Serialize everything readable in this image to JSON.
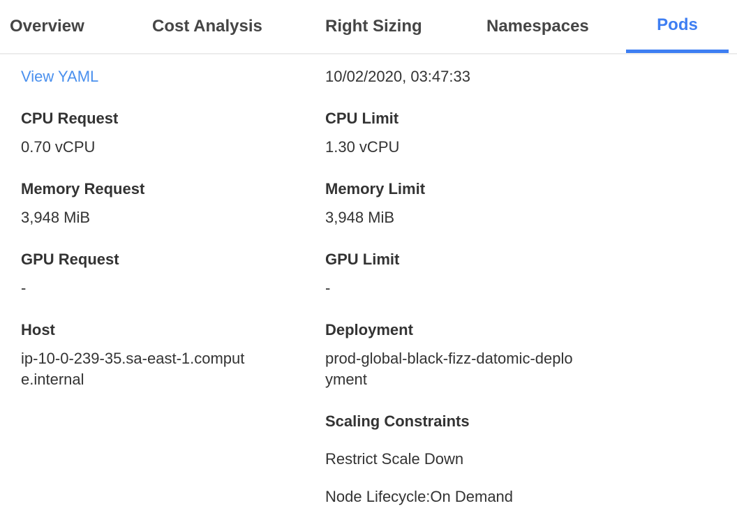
{
  "colors": {
    "accent": "#3e7ef2",
    "link": "#4a90ee",
    "text": "#333333",
    "tab": "#454545",
    "divider": "#ececec"
  },
  "tabs": [
    {
      "label": "Overview",
      "active": false
    },
    {
      "label": "Cost Analysis",
      "active": false
    },
    {
      "label": "Right Sizing",
      "active": false
    },
    {
      "label": "Namespaces",
      "active": false
    },
    {
      "label": "Pods",
      "active": true
    }
  ],
  "details": {
    "view_yaml_label": "View YAML",
    "timestamp": "10/02/2020, 03:47:33",
    "left_fields": [
      {
        "label": "CPU Request",
        "value": "0.70 vCPU"
      },
      {
        "label": "Memory Request",
        "value": "3,948 MiB"
      },
      {
        "label": "GPU Request",
        "value": "-"
      },
      {
        "label": "Host",
        "value": "ip-10-0-239-35.sa-east-1.compute.internal"
      }
    ],
    "right_fields": [
      {
        "label": "CPU Limit",
        "value": "1.30 vCPU"
      },
      {
        "label": "Memory Limit",
        "value": "3,948 MiB"
      },
      {
        "label": "GPU Limit",
        "value": "-"
      },
      {
        "label": "Deployment",
        "value": "prod-global-black-fizz-datomic-deployment"
      }
    ],
    "scaling": {
      "label": "Scaling Constraints",
      "items": [
        "Restrict Scale Down",
        "Node Lifecycle:On Demand"
      ]
    }
  }
}
